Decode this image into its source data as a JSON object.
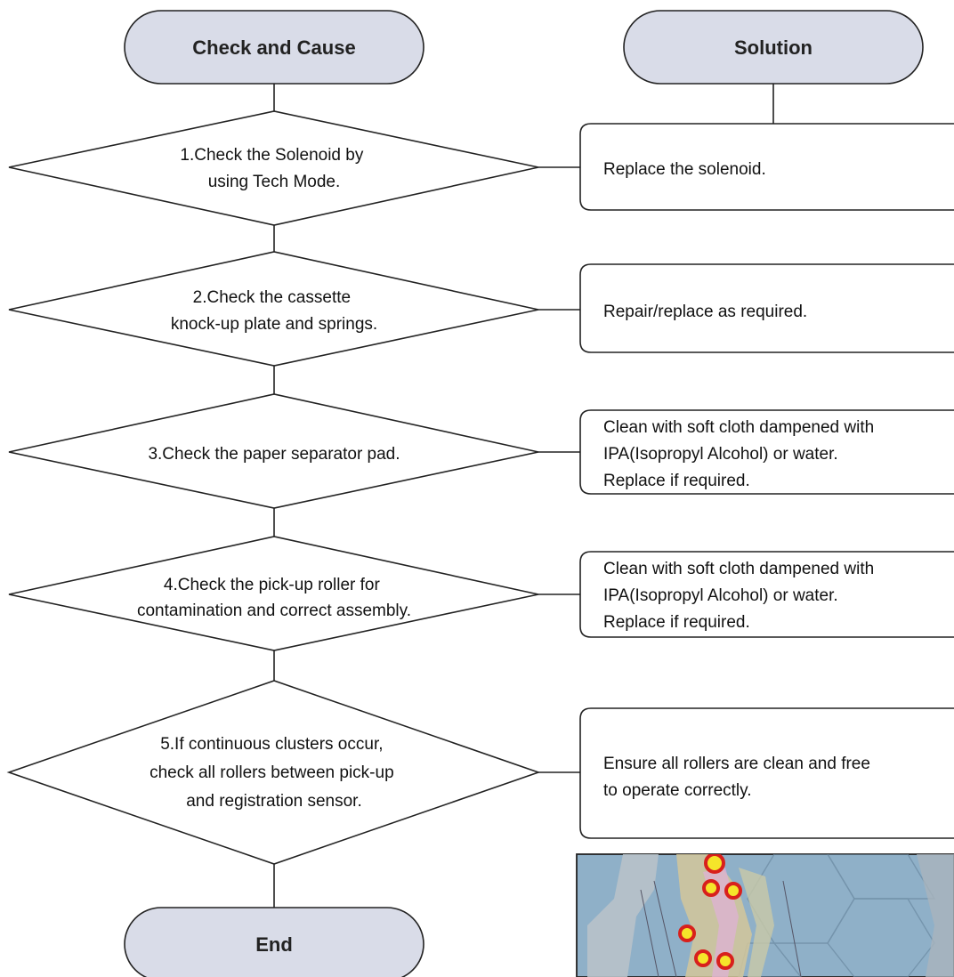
{
  "headers": {
    "left": "Check and Cause",
    "right": "Solution",
    "end": "End"
  },
  "steps": [
    {
      "check": [
        "1.Check the Solenoid by",
        "using Tech Mode."
      ],
      "solution": [
        "Replace the solenoid."
      ]
    },
    {
      "check": [
        "2.Check the cassette",
        "knock-up plate and springs."
      ],
      "solution": [
        "Repair/replace as required."
      ]
    },
    {
      "check": [
        "3.Check the paper separator pad."
      ],
      "solution": [
        "Clean with soft cloth dampened with",
        "IPA(Isopropyl Alcohol) or water.",
        " Replace if required."
      ]
    },
    {
      "check": [
        "4.Check the pick-up roller for",
        "contamination and correct assembly."
      ],
      "solution": [
        "Clean with soft cloth dampened with",
        "IPA(Isopropyl Alcohol) or water.",
        " Replace if required."
      ]
    },
    {
      "check": [
        "5.If continuous clusters occur,",
        "check all rollers between pick-up",
        "and registration sensor."
      ],
      "solution": [
        "Ensure all rollers are clean and free",
        "to operate correctly."
      ]
    }
  ],
  "colors": {
    "terminal_fill": "#d9dce8",
    "stroke": "#222222",
    "photo_bg": "#8fb0c8",
    "roller_marker_fill": "#f5e52a",
    "roller_marker_ring": "#d8201c"
  },
  "photo": {
    "description_icon": "printer-rollers-photo",
    "marker_count": 6
  }
}
